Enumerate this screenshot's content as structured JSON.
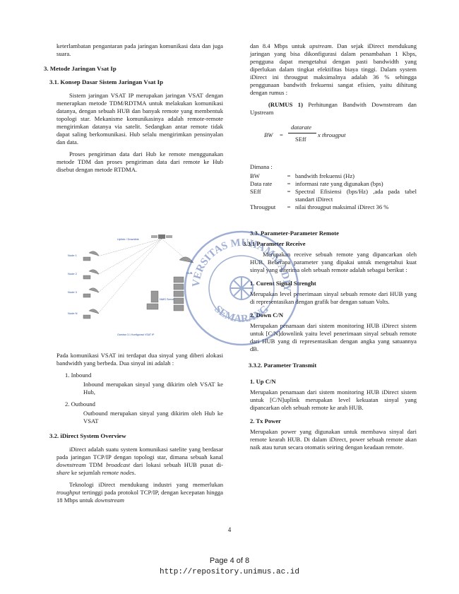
{
  "left": {
    "intro": "keterlambatan pengantaran pada jaringan komunikasi data dan juga suara.",
    "sec3": "3.    Metode Jaringan Vsat Ip",
    "sec31": "3.1.    Konsep Dasar Sistem Jaringan Vsat Ip",
    "p1": "Sistem jaringan VSAT IP merupakan jaringan VSAT dengan menerapkan metode TDM/RDTMA untuk melakukan komunikasi datanya, dengan sebuah HUB dan banyak remote yang membentuk topologi star. Mekanisme komunikasinya adalah remote-remote mengirimkan datanya via satelit. Sedangkan antar remote tidak dapat saling berkomunikasi. Hub selalu mengirimkan pensinyalan dan data.",
    "p2": "Proses pengiriman data dari Hub ke remote menggunakan metode TDM dan proses pengiriman data dari remote ke Hub disebut dengan metode RTDMA.",
    "diagram": {
      "top_label": "Uplink / Downlink",
      "nodes": [
        "Node 1",
        "Node 2",
        "Node 3",
        "Node N"
      ],
      "hub": "HUB",
      "hub_server": "NMS Server",
      "caption": "Gambar 3.1 Konfigurasi VSAT IP"
    },
    "p3": "Pada komunikasi VSAT ini terdapat dua sinyal yang diberi alokasi bandwidth yang berbeda. Dua sinyal ini adalah :",
    "inbound_title": "1.    Inbound",
    "inbound_body": "Inbound merupakan sinyal yang dikirim oleh VSAT ke Hub,",
    "outbound_title": "2.    Outbound",
    "outbound_body": "Outbound merupakan sinyal yang dikirim oleh Hub ke VSAT",
    "sec32": "3.2.    iDirect System Overview",
    "p4_parts": [
      "iDirect adalah suatu system komunikasi satelite yang berdasar pada jaringan TCP/IP dengan topologi star, dimana sebuah kanal ",
      "downstream",
      " TDM ",
      "broadcast",
      " dari lokasi sebuah HUB pusat di- ",
      "share",
      " ke sejumlah ",
      "remote nodes",
      "."
    ],
    "p5_parts": [
      "Teknologi iDirect mendukung industri yang memerlukan ",
      "troughput",
      " tertinggi pada protokol TCP/IP, dengan kecepatan hingga 18 Mbps untuk ",
      "downstream"
    ]
  },
  "right": {
    "p1_parts": [
      "dan 8.4 Mbps untuk ",
      "upstream",
      ". Dan sejak iDirect mendukung jaringan yang bisa dikonfigurasi dalam penambahan 1 Kbps, pengguna dapat mengetahui dengan pasti bandwidth yang diperlukan dalam tingkat efektifitas biaya tinggi. Dalam system iDirect ini througput maksimalnya adalah 36 %  sehingga penggunaan bandwith frekuensi sangat efisien, yaitu dihitung dengan rumus :"
    ],
    "rumus_label": "(RUMUS 1)",
    "rumus_text": "Perhitungan Bandwith Downstream dan Upstream",
    "formula": {
      "lhs": "BW",
      "op": "=",
      "num": "datarate",
      "den": "SEff",
      "rhs": "x througput"
    },
    "dimana": "Dimana :",
    "defs": [
      {
        "k": "BW",
        "eq": "=",
        "v": "bandwith frekuensi (Hz)"
      },
      {
        "k": "Data rate",
        "eq": "=",
        "v": "informasi rate yang digunakan (bps)"
      },
      {
        "k": "SEff",
        "eq": "=",
        "v": "Spectral Efisiensi (bps/Hz) ,ada pada tabel standart iDirect"
      },
      {
        "k": "Througput",
        "eq": "=",
        "v": "nilai througput maksimal iDirect 36 %"
      }
    ],
    "sec33": "3.3.    Parameter-Parameter Remote",
    "sec331": "3.3.1  Parameter Receive",
    "p2": "Merupakan receive sebuah remote yang dipancarkan oleh HUB. Beberapa parameter yang dipakai untuk mengetahui kuat sinyal yang diterima oleh sebuah remote adalah sebagai berikut :",
    "i1_title": "1.    Curent Signal Strenght",
    "i1_body": "Merupakan level penerimaan sinyal sebuah remote dari HUB yang di representasikan dengan grafik bar dengan satuan Volts.",
    "i2_title": "2.    Down C/N",
    "i2_body": "Merupakan penamaan dari sistem monitoring HUB iDirect sistem untuk [C/N]downlink yaitu level penerimaan sinyal sebuah remote dari HUB yang di representasikan dengan angka yang satuannya dB.",
    "sec332": "3.3.2.  Parameter Transmit",
    "i3_title": "1.    Up C/N",
    "i3_body": "Merupakan penamaan dari sistem monitoring HUB iDirect sistem untuk [C/N]uplink merupakan level kekuatan sinyal yang dipancarkan oleh sebuah remote ke arah HUB.",
    "i4_title": "2.    Tx Power",
    "i4_body": "Merupakan power yang digunakan untuk membawa sinyal dari remote kearah HUB. Di dalam iDirect, power sebuah remote akan naik atau turun secara otomatis seiring dengan keadaan remote."
  },
  "stamp": {
    "top": "UNIVERSITAS MUHAMMADIYAH",
    "bottom": "SEMARANG"
  },
  "page_number": "4",
  "footer_page": "Page 4 of 8",
  "footer_url": "http://repository.unimus.ac.id",
  "colors": {
    "text": "#1a1a1a",
    "stamp": "#2b4fa0",
    "diagram_label": "#2b4fa0"
  }
}
